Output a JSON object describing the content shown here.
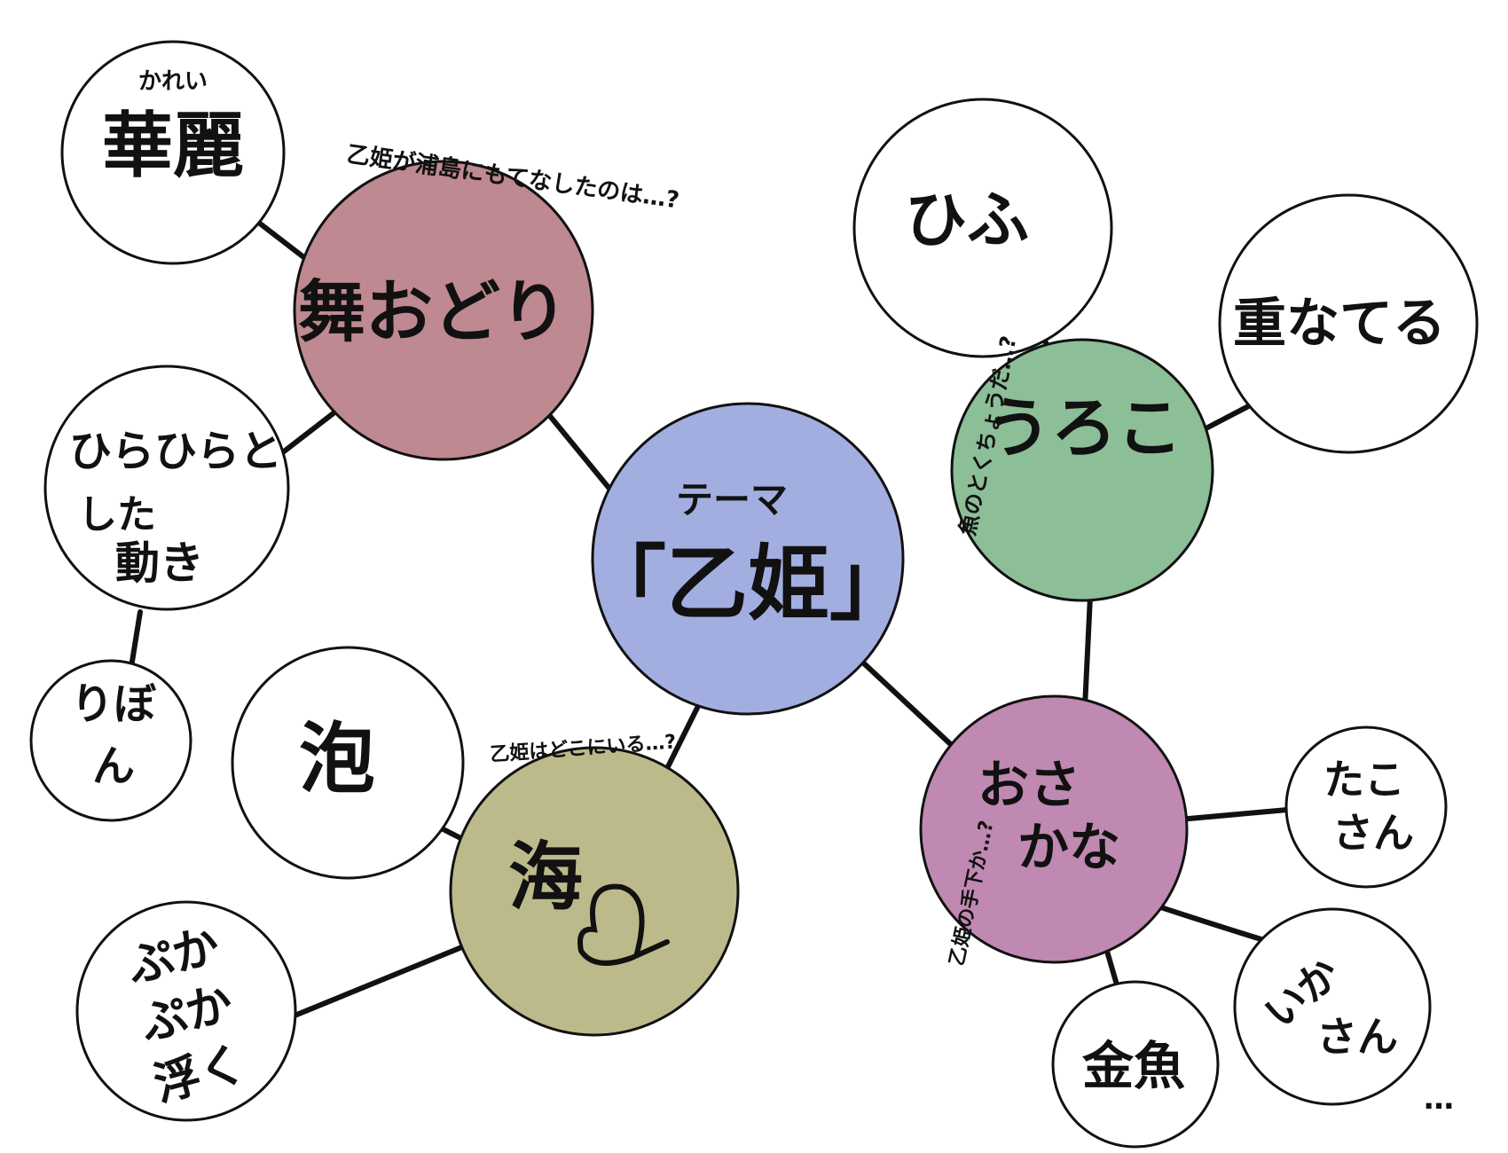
{
  "colors": {
    "center": "#a3aee0",
    "dance": "#be8990",
    "scales": "#8cbe98",
    "fish": "#bf89b1",
    "sea": "#bcba8b",
    "leaf": "#ffffff",
    "stroke": "#111111"
  },
  "center": {
    "label_small": "テーマ",
    "label_main": "「乙姫」"
  },
  "dance": {
    "label": "舞おどり",
    "note": "乙姫が浦島にもてなしたのは…?"
  },
  "karei": {
    "furigana": "かれい",
    "label": "華麗"
  },
  "hirahira": {
    "line1": "ひらひらと",
    "line2": "した",
    "line3": "動き"
  },
  "ribbon": {
    "line1": "りぼ",
    "line2": "ん"
  },
  "scales": {
    "label": "うろこ",
    "note": "魚のとくちょうだ…?"
  },
  "hifu": {
    "label": "ひふ"
  },
  "kasanaru": {
    "label": "重なてる"
  },
  "fish": {
    "line1": "おさ",
    "line2": "かな",
    "note": "乙姫の手下か…?"
  },
  "tako": {
    "line1": "たこ",
    "line2": "さん"
  },
  "ika": {
    "line1": "いか",
    "line2": "さん",
    "trail": "…"
  },
  "kingyo": {
    "label": "金魚"
  },
  "sea": {
    "label": "海",
    "note": "乙姫はどこにいる…?"
  },
  "awa": {
    "label": "泡"
  },
  "pukapuka": {
    "line1": "ぷか",
    "line2": "ぷか",
    "line3": "浮く"
  }
}
